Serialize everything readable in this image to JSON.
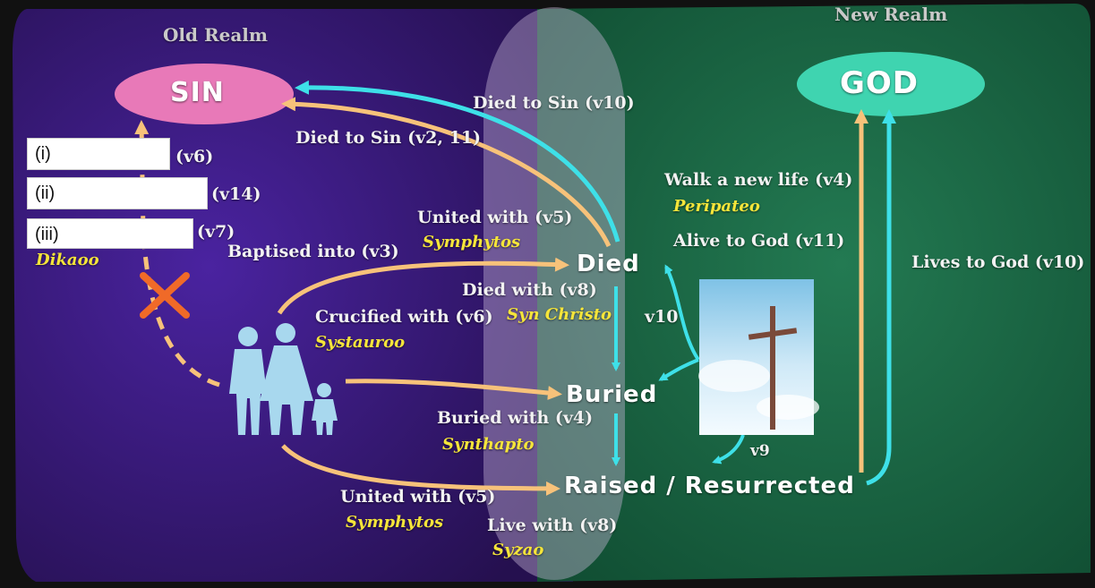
{
  "realms": {
    "old": "Old Realm",
    "new": "New Realm"
  },
  "nodes": {
    "sin": "SIN",
    "god": "GOD",
    "died": "Died",
    "buried": "Buried",
    "raised": "Raised / Resurrected"
  },
  "labels": {
    "died_to_sin_v10": "Died to Sin (v10)",
    "died_to_sin_v2_11": "Died to Sin (v2, 11)",
    "v6_partial": "(v6)",
    "v14_partial": "(v14)",
    "v7_partial": "(v7)",
    "dikaoo": "Dikaoo",
    "baptised_into": "Baptised into (v3)",
    "united_with_v5_top": "United with (v5)",
    "symphytos_top": "Symphytos",
    "died_with": "Died with (v8)",
    "syn_christo": "Syn Christo",
    "crucified_with": "Crucified with (v6)",
    "systauroo": "Systauroo",
    "v10": "v10",
    "walk_new_life": "Walk a new life (v4)",
    "peripateo": "Peripateo",
    "alive_to_god": "Alive to God (v11)",
    "lives_to_god": "Lives to God (v10)",
    "buried_with": "Buried with (v4)",
    "synthapto": "Synthapto",
    "v9": "v9",
    "united_with_v5_bottom": "United with (v5)",
    "symphytos_bottom": "Symphytos",
    "live_with": "Live with (v8)",
    "syzao": "Syzao"
  },
  "answer_boxes": [
    {
      "label": "(i)"
    },
    {
      "label": "(ii)"
    },
    {
      "label": "(iii)"
    }
  ],
  "icons": [
    "family-icon",
    "cross-image-icon",
    "x-mark-icon"
  ],
  "colors": {
    "old_realm": "#3a1a7a",
    "new_realm": "#1e6a45",
    "sin_oval": "#e879b8",
    "god_oval": "#3fd4b0",
    "cyan_arrow": "#3ee0e8",
    "orange_arrow": "#f7c27a",
    "greek_text": "#f5e53a",
    "x_mark": "#f06a28"
  }
}
